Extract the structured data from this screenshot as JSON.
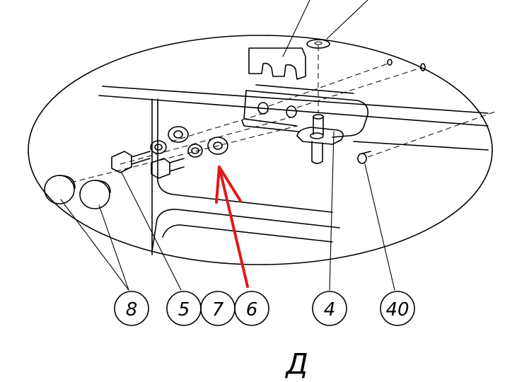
{
  "callouts": [
    {
      "id": "c8",
      "label": "8"
    },
    {
      "id": "c5",
      "label": "5"
    },
    {
      "id": "c7",
      "label": "7"
    },
    {
      "id": "c6",
      "label": "6"
    },
    {
      "id": "c4",
      "label": "4"
    },
    {
      "id": "c40",
      "label": "40"
    }
  ],
  "view_label": "Д",
  "colors": {
    "ink": "#000000",
    "highlight_arrow": "#e01b1b",
    "background": "#ffffff"
  }
}
